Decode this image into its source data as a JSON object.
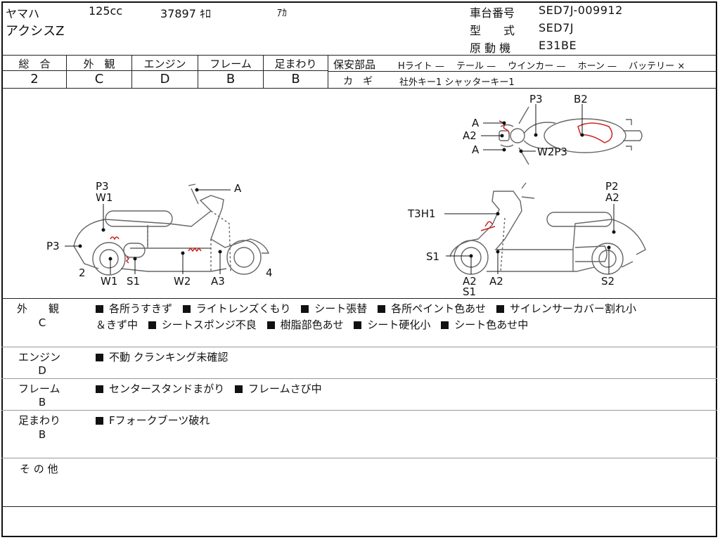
{
  "header": {
    "maker": "ヤマハ",
    "displacement": "125cc",
    "mileage": "37897 ｷﾛ",
    "color": "ｱｶ",
    "model_name": "アクシスZ",
    "frame_no_label": "車台番号",
    "frame_no": "SED7J-009912",
    "type_label": "型　　式",
    "type": "SED7J",
    "engine_label": "原 動 機",
    "engine": "E31BE"
  },
  "grades": {
    "overall_label": "総　合",
    "overall": "2",
    "exterior_label": "外　観",
    "exterior": "C",
    "engine_label": "エンジン",
    "engine": "D",
    "frame_label": "フレーム",
    "frame": "B",
    "suspension_label": "足まわり",
    "suspension": "B"
  },
  "safety": {
    "label": "保安部品",
    "items": "Hライト —　 テール —　 ウインカー —　 ホーン —　 バッテリー ×",
    "key_label": "カ　ギ",
    "key_value": "社外キー1  シャッターキー1"
  },
  "diagram_labels": {
    "left_view": {
      "p3_top": "P3",
      "w1_top": "W1",
      "a": "A",
      "p3_side": "P3",
      "two": "2",
      "w1": "W1",
      "s1": "S1",
      "w2": "W2",
      "a3": "A3",
      "four": "4"
    },
    "top_view": {
      "p3": "P3",
      "b2": "B2",
      "a_top": "A",
      "a2": "A2",
      "a_bottom": "A",
      "w2p3": "W2P3"
    },
    "right_view": {
      "t3h1": "T3H1",
      "p2": "P2",
      "a2_top": "A2",
      "s1": "S1",
      "a2_bottom_a": "A2",
      "s1_b": "S1",
      "a2_bottom_b": "A2",
      "s2": "S2"
    }
  },
  "comments": {
    "exterior_label": "外　　観",
    "exterior_grade": "C",
    "exterior_line1": [
      "各所うすきず",
      "ライトレンズくもり",
      "シート張替",
      "各所ペイント色あせ",
      "サイレンサーカバー割れ小"
    ],
    "exterior_line2_lead": "＆きず中",
    "exterior_line2": [
      "シートスポンジ不良",
      "樹脂部色あせ",
      "シート硬化小",
      "シート色あせ中"
    ],
    "engine_label": "エンジン",
    "engine_grade": "D",
    "engine_items": [
      "不動 クランキング未確認"
    ],
    "frame_label": "フレーム",
    "frame_grade": "B",
    "frame_items": [
      "センタースタンドまがり",
      "フレームさび中"
    ],
    "suspension_label": "足まわり",
    "suspension_grade": "B",
    "suspension_items": [
      "Fフォークブーツ破れ"
    ],
    "other_label": "そ の 他"
  }
}
